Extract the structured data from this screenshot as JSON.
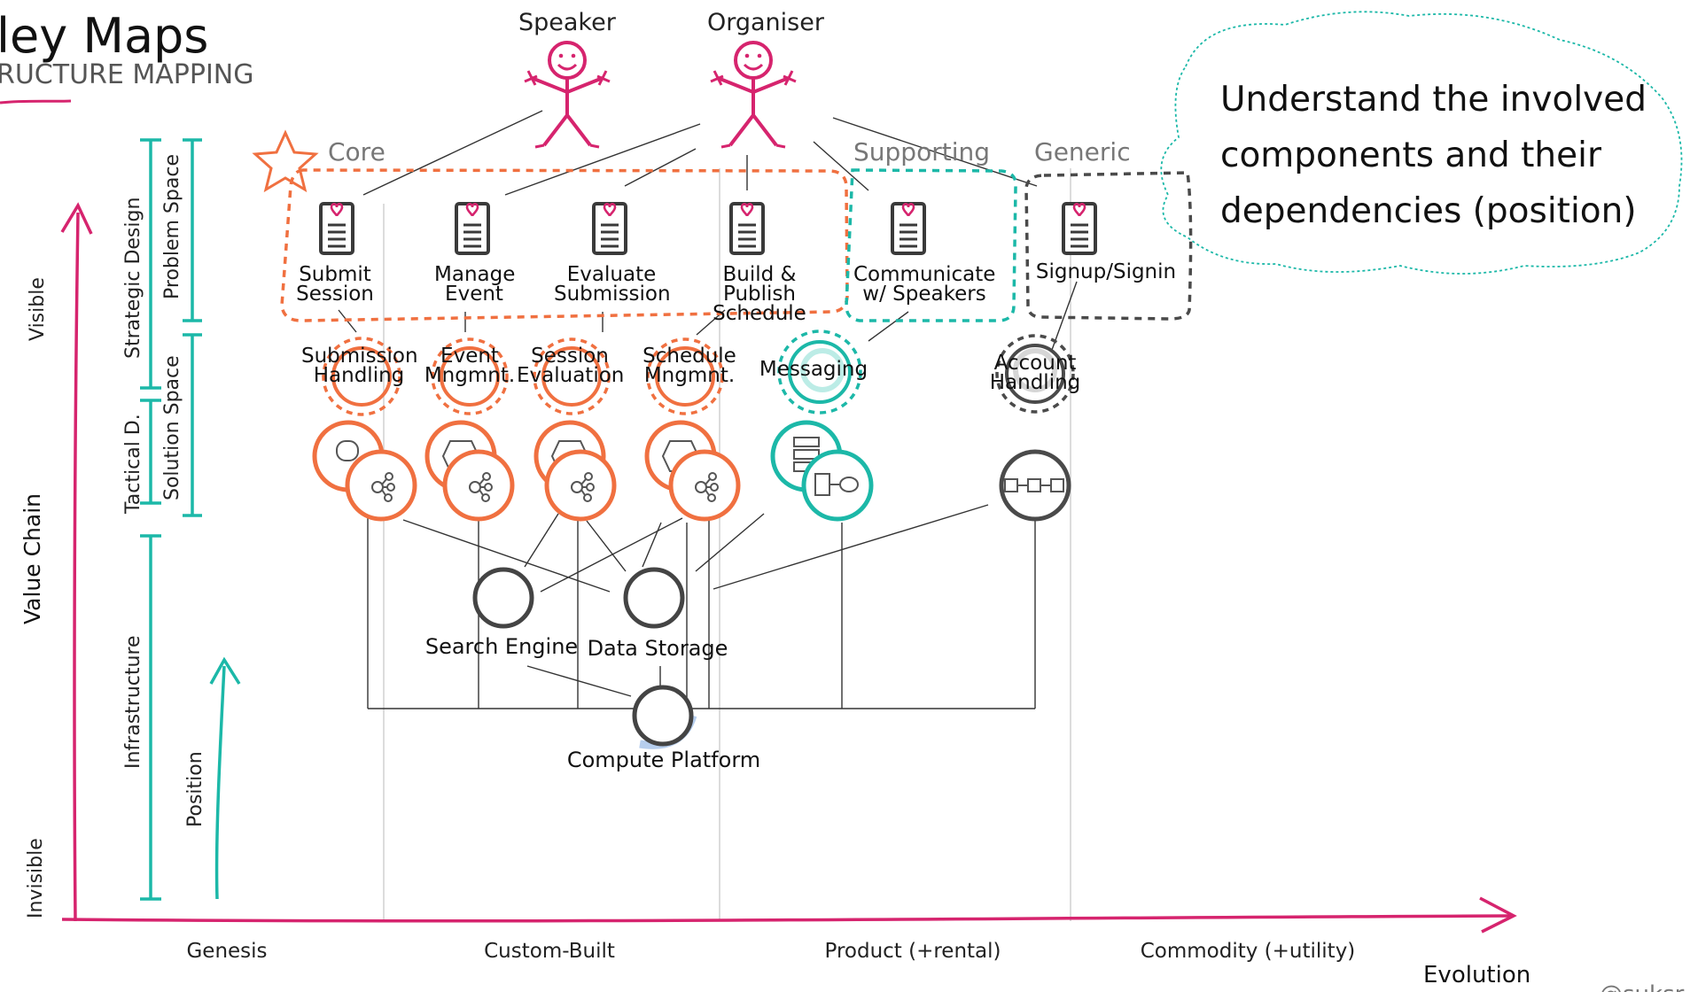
{
  "header": {
    "title": "ley Maps",
    "subtitle": "RUCTURE MAPPING"
  },
  "actors": [
    {
      "name": "Speaker"
    },
    {
      "name": "Organiser"
    }
  ],
  "categories": {
    "core": "Core",
    "supporting": "Supporting",
    "generic": "Generic"
  },
  "user_needs": [
    "Submit Session",
    "Manage Event",
    "Evaluate Submission",
    "Build & Publish Schedule",
    "Communicate w/ Speakers",
    "Signup/Signin"
  ],
  "subdomains": [
    "Submission Handling",
    "Event Mngmnt.",
    "Session Evaluation",
    "Schedule Mngmnt.",
    "Messaging",
    "Account Handling"
  ],
  "infrastructure": {
    "search_engine": "Search Engine",
    "data_storage": "Data Storage",
    "compute_platform": "Compute Platform"
  },
  "left_axis": {
    "value_chain": "Value Chain",
    "visible": "Visible",
    "invisible": "Invisible",
    "strategic_design": "Strategic Design",
    "tactical_design": "Tactical D.",
    "infrastructure": "Infrastructure",
    "problem_space": "Problem Space",
    "solution_space": "Solution Space",
    "position": "Position"
  },
  "bottom_axis": {
    "genesis": "Genesis",
    "custom_built": "Custom-Built",
    "product": "Product (+rental)",
    "commodity": "Commodity (+utility)",
    "evolution": "Evolution"
  },
  "note": {
    "line1": "Understand the involved",
    "line2": "components and their",
    "line3": "dependencies (position)"
  },
  "credit": "@suksr",
  "colors": {
    "magenta": "#d6246e",
    "orange": "#f07040",
    "teal": "#1cb8a8",
    "dark": "#4a4a4a",
    "grid": "#d0d0d0"
  }
}
